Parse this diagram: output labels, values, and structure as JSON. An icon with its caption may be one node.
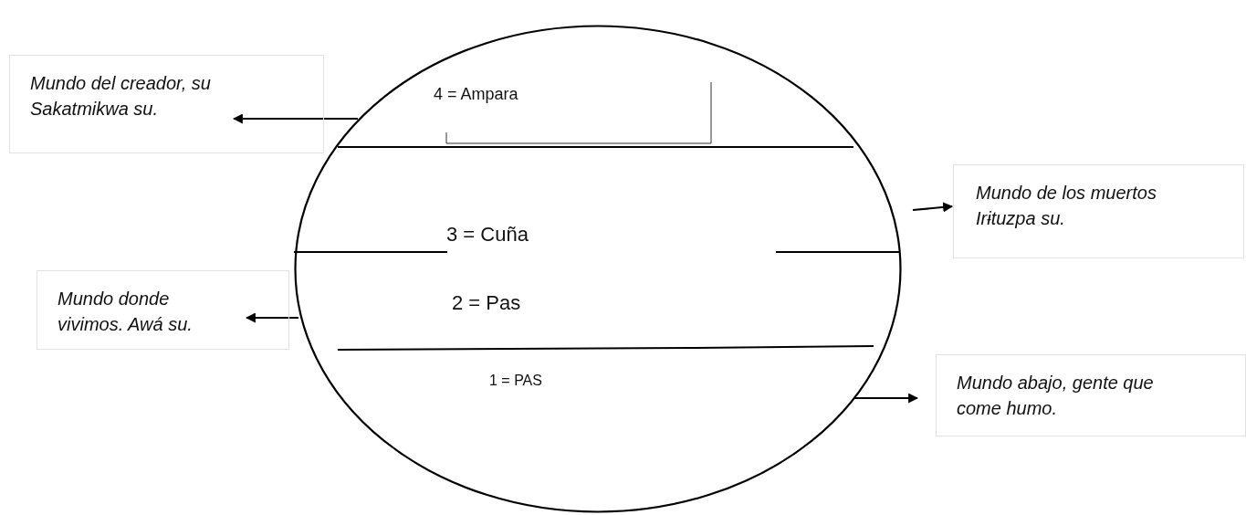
{
  "diagram": {
    "nodes": [
      {
        "text": [
          "4 = Ampara",
          "3 = Cuña",
          "2 = Pas",
          "1 = PAS"
        ]
      },
      {
        "text": [
          "Mundo del creador, su Sakatmikwa su."
        ]
      },
      {
        "text": [
          "Mundo donde vivimos. Awá su."
        ]
      },
      {
        "text": [
          "Mundo de los muertos Irɨtuzpa su."
        ]
      },
      {
        "text": [
          "Mundo abajo, gente que come humo."
        ]
      }
    ],
    "edges": [
      {
        "from": 0,
        "to": 1,
        "arrow": "to"
      },
      {
        "from": 0,
        "to": 2,
        "arrow": "to"
      },
      {
        "from": 0,
        "to": 3,
        "arrow": "to"
      },
      {
        "from": 0,
        "to": 4,
        "arrow": "to"
      }
    ]
  }
}
